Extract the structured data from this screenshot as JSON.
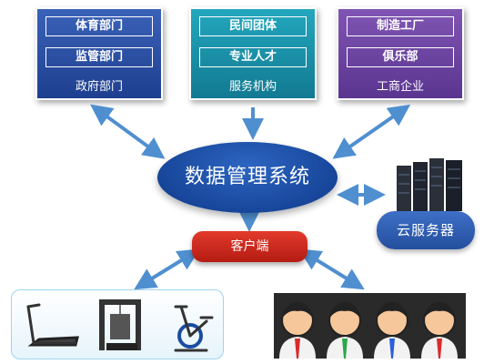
{
  "boxes": {
    "government": {
      "item1": "体育部门",
      "item2": "监管部门",
      "caption": "政府部门",
      "color": "#2b52a8"
    },
    "services": {
      "item1": "民间团体",
      "item2": "专业人才",
      "caption": "服务机构",
      "color": "#1c97ae"
    },
    "enterprise": {
      "item1": "制造工厂",
      "item2": "俱乐部",
      "caption": "工商企业",
      "color": "#6c45a4"
    }
  },
  "hub": {
    "label": "数据管理系统",
    "color": "#1a4ca0"
  },
  "client": {
    "label": "客户端",
    "color": "#c9281d"
  },
  "cloud": {
    "label": "云服务器",
    "color": "#3161b5"
  },
  "icons": [
    "treadmill-icon",
    "gym-station-icon",
    "exercise-bike-icon",
    "person-icon",
    "server-rack-icon"
  ],
  "arrow_color": "#4f8fd0"
}
